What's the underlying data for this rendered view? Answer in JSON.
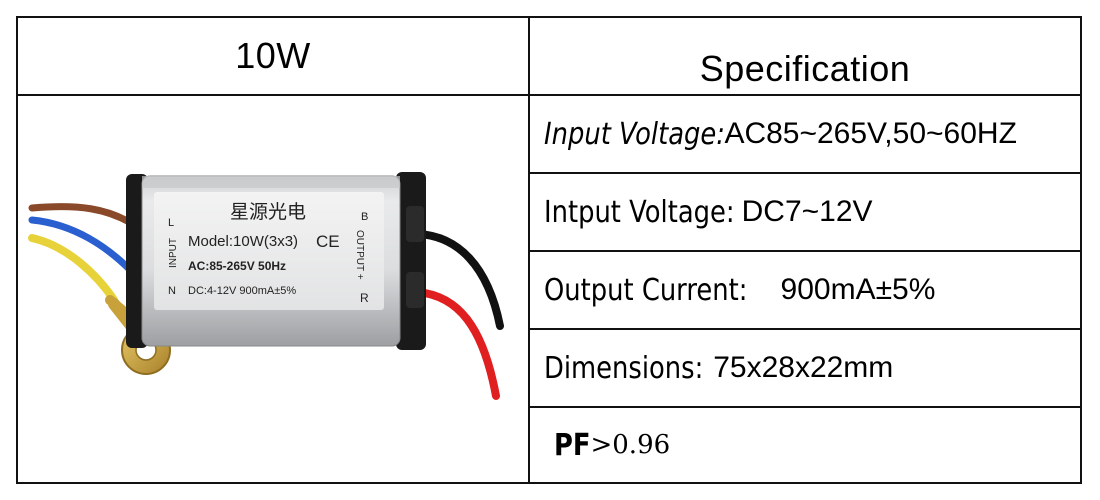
{
  "header": {
    "power": "10W",
    "spec_title": "Specification"
  },
  "specs": [
    {
      "label": "Input Voltage:",
      "value": "AC85~265V,50~60HZ"
    },
    {
      "label": "Intput Voltage:",
      "value": "DC7~12V"
    },
    {
      "label": "Output Current:",
      "value": "900mA±5%"
    },
    {
      "label": "Dimensions:",
      "value": "75x28x22mm"
    },
    {
      "label": "PF",
      "value": ">0.96"
    }
  ],
  "product_label": {
    "brand": "星源光电",
    "model": "Model:10W(3x3)",
    "ce_mark": "CE",
    "ac_rating": "AC:85-265V  50Hz",
    "dc_rating": "DC:4-12V  900mA±5%",
    "pin_l": "L",
    "pin_n": "N",
    "pin_b": "B",
    "pin_r": "R",
    "input_side": "INPUT",
    "output_side": "OUTPUT +"
  },
  "colors": {
    "border": "#111111",
    "housing": "#d9dadb",
    "endcap": "#1a1a1a",
    "wire_brown": "#8a4a2a",
    "wire_blue": "#2a5fd0",
    "wire_yellow": "#e8d23a",
    "wire_red": "#e02020",
    "wire_black": "#111111",
    "ring_terminal": "#c9a13a"
  }
}
